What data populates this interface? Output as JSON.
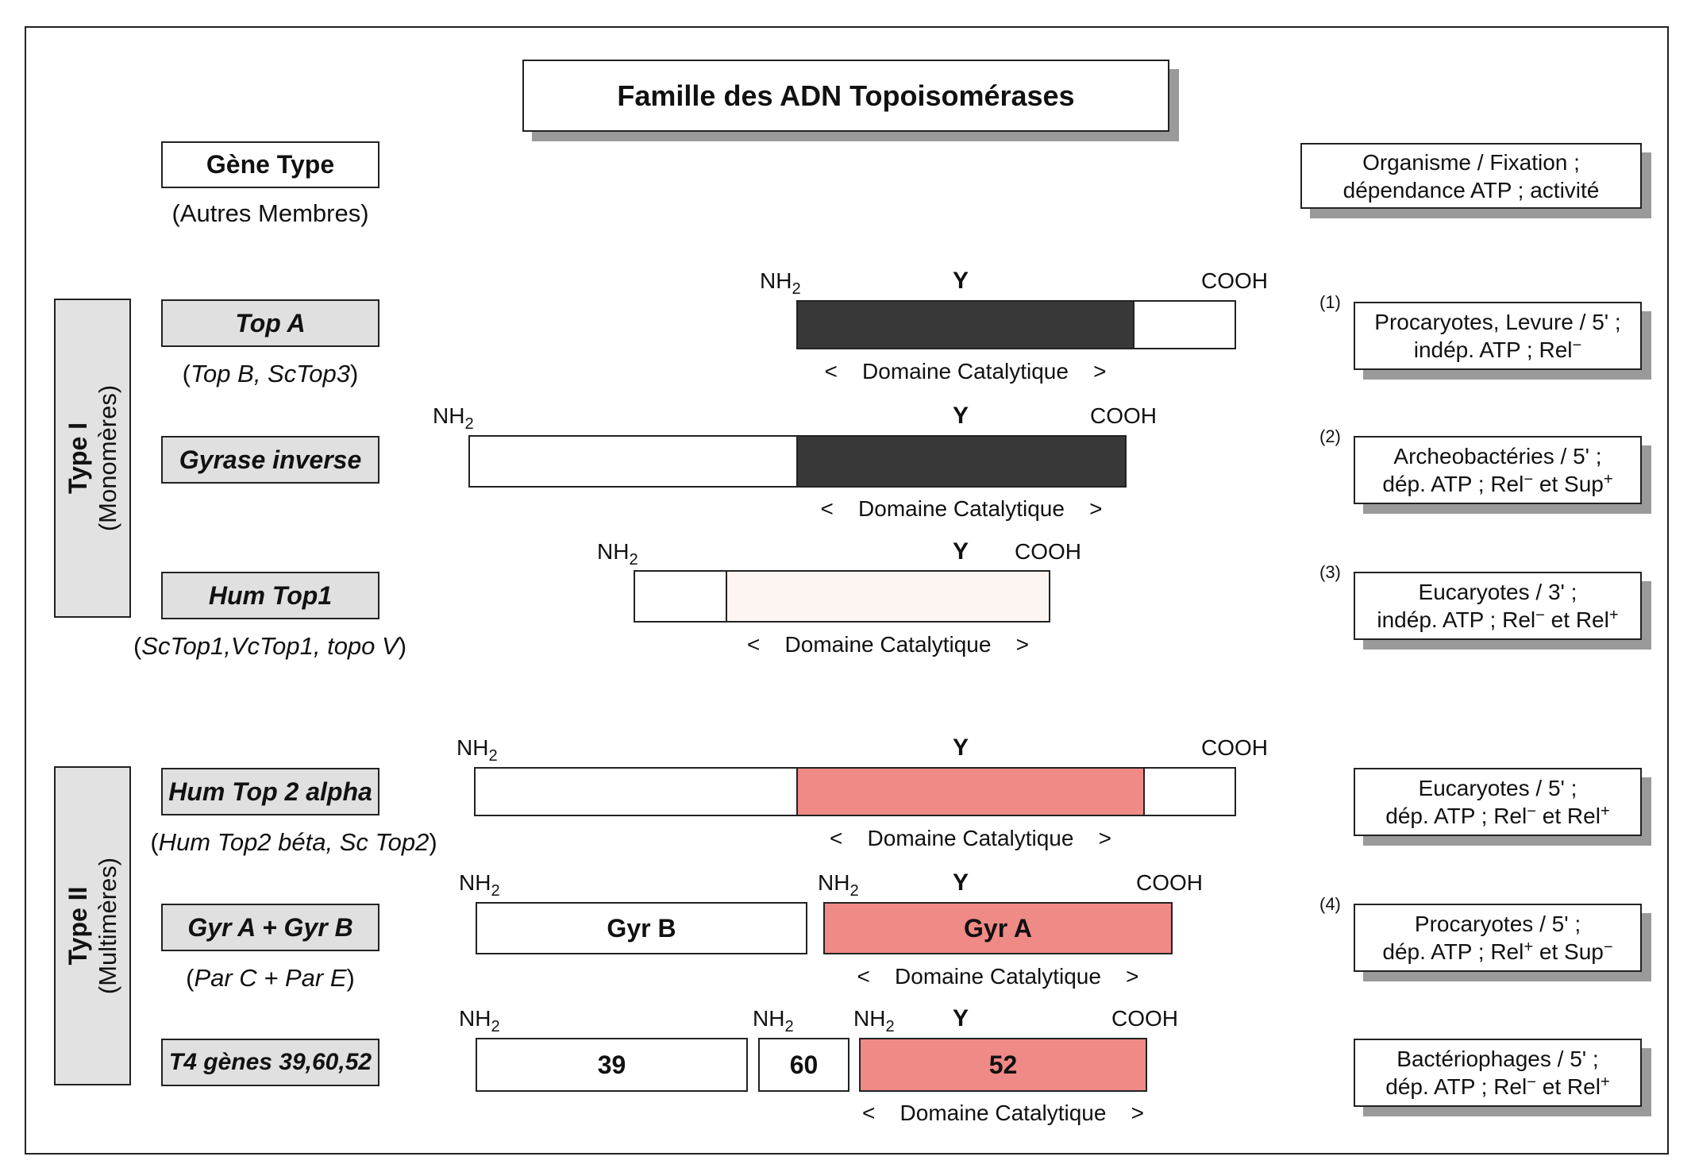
{
  "title": "Famille des ADN Topoisomérases",
  "header_left": {
    "title": "Gène Type",
    "subtitle": "(Autres Membres)"
  },
  "header_right": {
    "line1": "Organisme / Fixation ;",
    "line2": "dépendance ATP ; activité"
  },
  "groups": {
    "type1": {
      "title": "Type I",
      "subtitle": "(Monomères)"
    },
    "type2": {
      "title": "Type II",
      "subtitle": "(Multimères)"
    }
  },
  "labels": {
    "nh2": "NH",
    "nh2_sub": "2",
    "cooh": "COOH",
    "y": "Y",
    "domain": "Domaine Catalytique",
    "lt": "<",
    "gt": ">"
  },
  "rows": [
    {
      "gene": "Top A",
      "members_prefix": "(",
      "members": "Top B, ScTop3",
      "members_suffix": ")",
      "note": "(1)",
      "info1": "Procaryotes, Levure / 5' ;",
      "info2a": "indép. ATP ; Rel",
      "info2b": "−"
    },
    {
      "gene": "Gyrase inverse",
      "note": "(2)",
      "info1": "Archeobactéries / 5' ;",
      "info2a": "dép. ATP ; Rel",
      "info2b": "−",
      "info2c": " et Sup",
      "info2d": "+"
    },
    {
      "gene": "Hum Top1",
      "members_prefix": "(",
      "members": "ScTop1,VcTop1, topo V",
      "members_suffix": ")",
      "note": "(3)",
      "info1": "Eucaryotes / 3' ;",
      "info2a": "indép. ATP ; Rel",
      "info2b": "−",
      "info2c": " et Rel",
      "info2d": "+"
    },
    {
      "gene": "Hum Top 2 alpha",
      "members_prefix": "(",
      "members": "Hum Top2 béta, Sc Top2",
      "members_suffix": ")",
      "info1": "Eucaryotes / 5' ;",
      "info2a": "dép. ATP ; Rel",
      "info2b": "−",
      "info2c": " et Rel",
      "info2d": "+"
    },
    {
      "gene": "Gyr A + Gyr B",
      "members_prefix": "(",
      "members": "Par C + Par E",
      "members_suffix": ")",
      "note": "(4)",
      "seg1": "Gyr B",
      "seg2": "Gyr A",
      "info1": "Procaryotes / 5' ;",
      "info2a": "dép. ATP ; Rel",
      "info2b": "+",
      "info2c": " et Sup",
      "info2d": "−"
    },
    {
      "gene": "T4 gènes 39,60,52",
      "seg1": "39",
      "seg2": "60",
      "seg3": "52",
      "info1": "Bactériophages / 5' ;",
      "info2a": "dép. ATP ; Rel",
      "info2b": "−",
      "info2c": " et Rel",
      "info2d": "+"
    }
  ]
}
